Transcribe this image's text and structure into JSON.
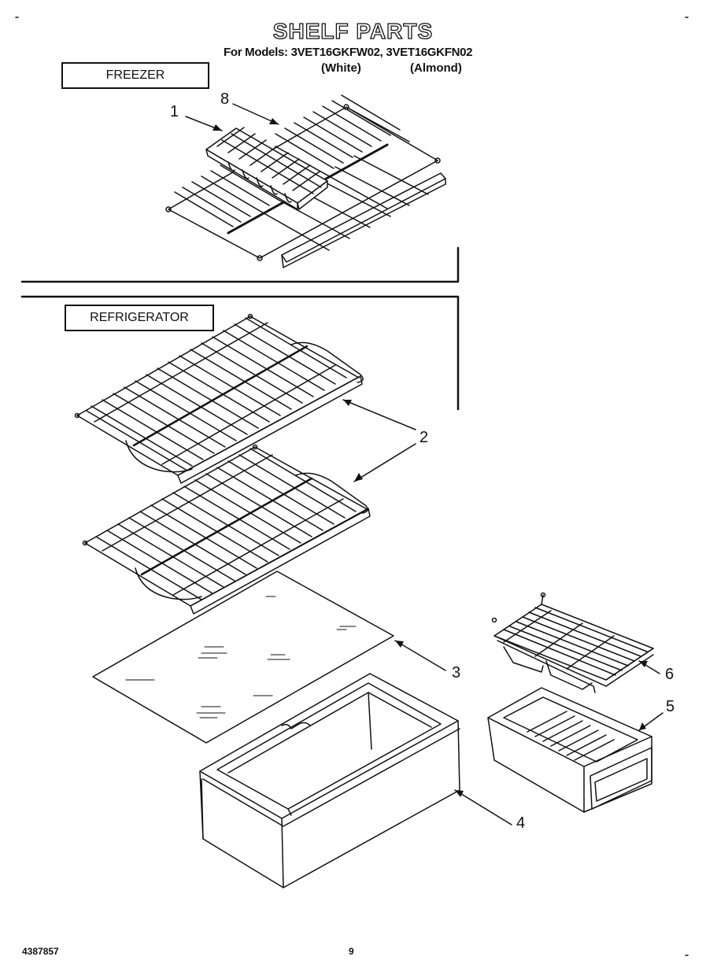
{
  "page": {
    "title": "SHELF PARTS",
    "models_line": "For Models: 3VET16GKFW02, 3VET16GKFN02",
    "variant_white": "(White)",
    "variant_almond": "(Almond)"
  },
  "sections": {
    "freezer": "FREEZER",
    "refrigerator": "REFRIGERATOR"
  },
  "callouts": {
    "c1": "1",
    "c8": "8",
    "c2": "2",
    "c3": "3",
    "c4": "4",
    "c5": "5",
    "c6": "6"
  },
  "footer": {
    "doc_number": "4387857",
    "page_number": "9"
  }
}
